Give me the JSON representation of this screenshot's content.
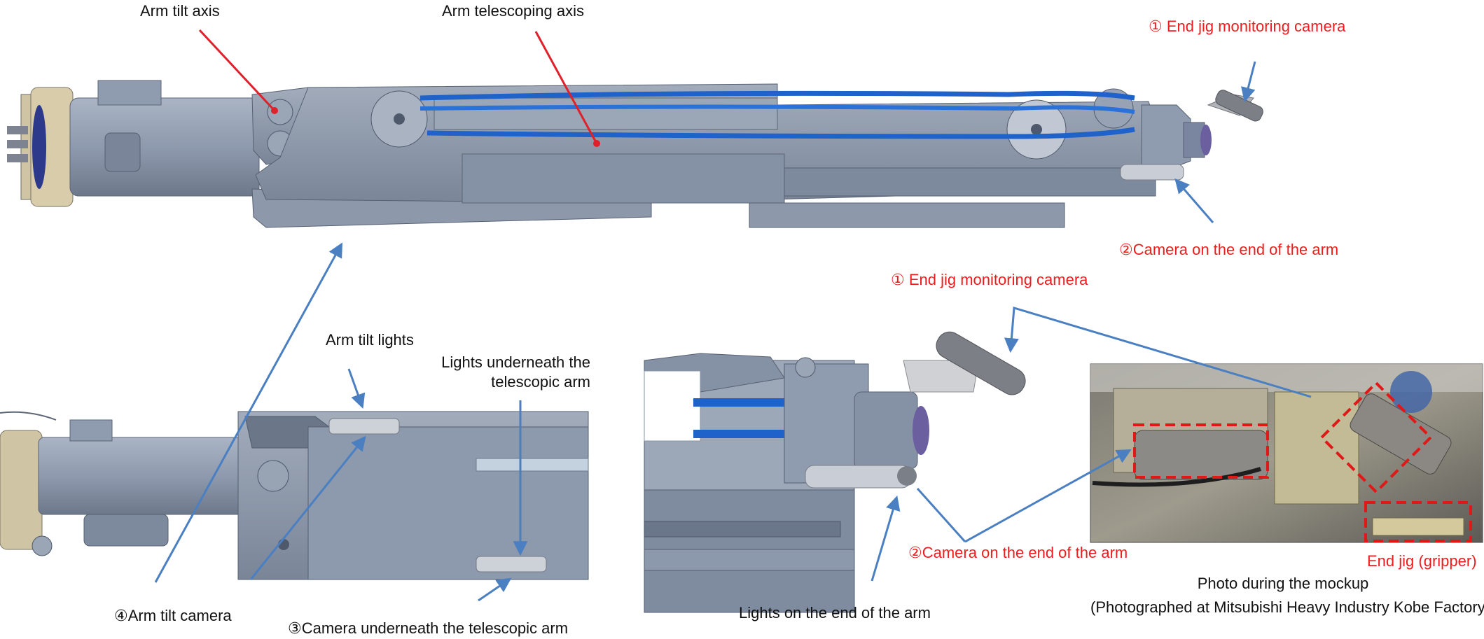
{
  "labels": {
    "arm_tilt_axis": "Arm tilt axis",
    "arm_telescoping_axis": "Arm telescoping axis",
    "end_jig_camera_top": "① End jig monitoring camera",
    "camera_end_arm_top": "②Camera on the end of the arm",
    "end_jig_camera_mid": "① End jig monitoring camera",
    "arm_tilt_lights": "Arm tilt lights",
    "lights_underneath_line1": "Lights underneath the",
    "lights_underneath_line2": "telescopic arm",
    "arm_tilt_camera": "④Arm tilt camera",
    "camera_underneath": "③Camera underneath the telescopic arm",
    "lights_end_arm": "Lights on the end of the arm",
    "camera_end_arm_bottom": "②Camera on the end of the arm",
    "end_jig_gripper": "End jig (gripper)",
    "photo_caption_line1": "Photo during the mockup",
    "photo_caption_line2": "(Photographed at Mitsubishi Heavy Industry Kobe Factory)"
  },
  "colors": {
    "label_black": "#111111",
    "label_red": "#ee1c1c",
    "arrow_blue": "#4a7fc1",
    "arrow_red": "#e0202a",
    "machine_gray": "#8c98ab",
    "machine_dark": "#5f6a7c",
    "cable_blue": "#1f62c9",
    "highlight_box_red": "#e01818"
  }
}
